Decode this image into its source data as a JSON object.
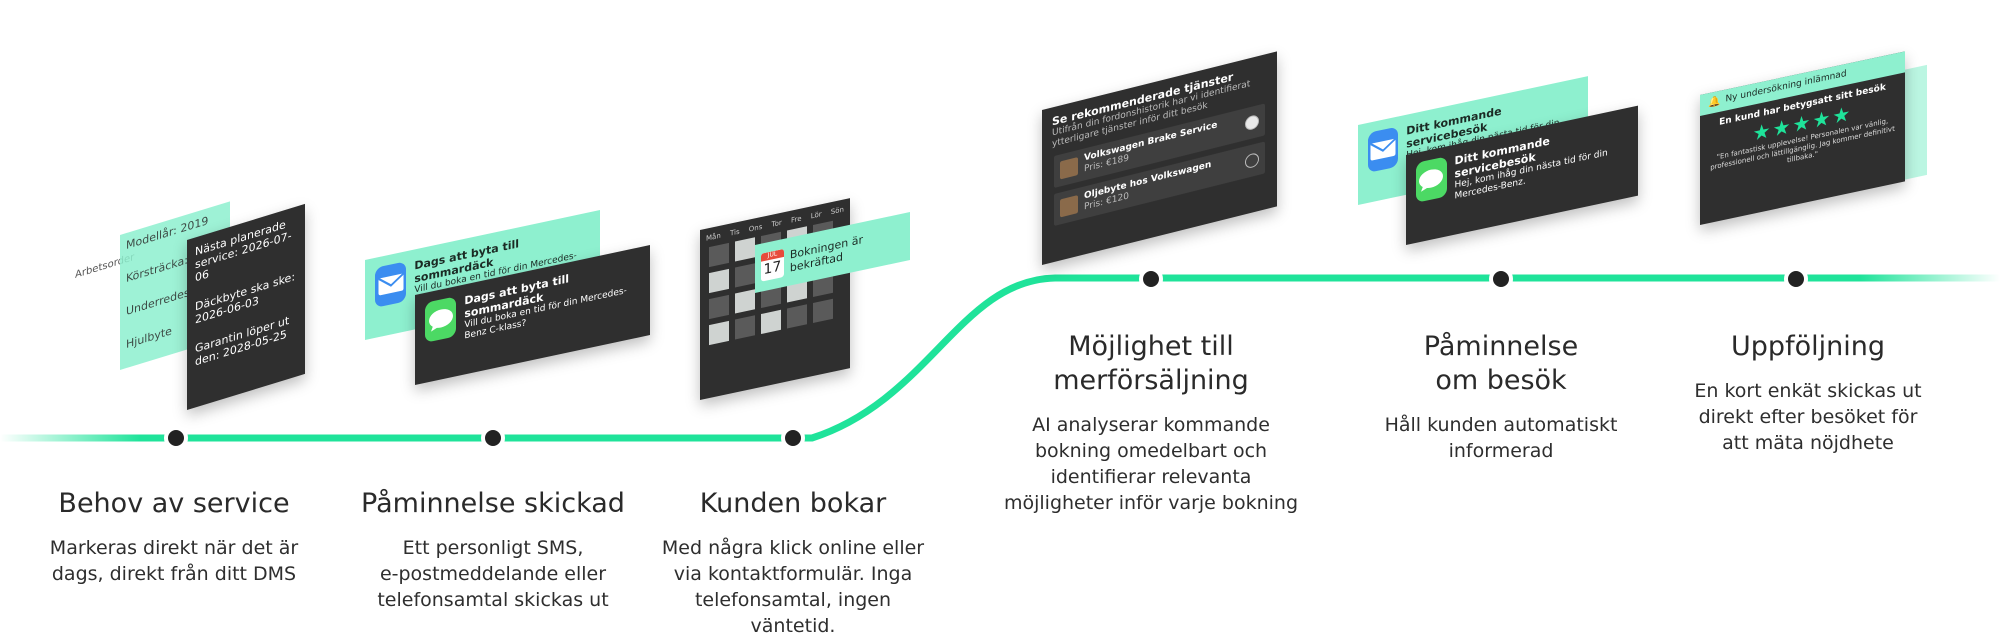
{
  "colors": {
    "line": "#1fe39a",
    "dot": "#222222",
    "card_dark": "#2f2f2f",
    "card_mint": "#8ef0cf"
  },
  "steps": [
    {
      "title": "Behov av service",
      "desc": [
        "Markeras direkt när det är",
        "dags, direkt från ditt DMS"
      ]
    },
    {
      "title": "Påminnelse skickad",
      "desc": [
        "Ett personligt SMS,",
        "e-postmeddelande eller",
        "telefonsamtal skickas ut"
      ]
    },
    {
      "title": "Kunden bokar",
      "desc": [
        "Med några klick online eller",
        "via kontaktformulär. Inga",
        "telefonsamtal, ingen",
        "väntetid."
      ]
    },
    {
      "title": [
        "Möjlighet till",
        "merförsäljning"
      ],
      "desc": [
        "AI analyserar kommande",
        "bokning omedelbart och",
        "identifierar relevanta",
        "möjligheter inför varje bokning"
      ]
    },
    {
      "title": [
        "Påminnelse",
        "om besök"
      ],
      "desc": [
        "Håll kunden automatiskt",
        "informerad"
      ]
    },
    {
      "title": "Uppföljning",
      "desc": [
        "En kort enkät skickas ut",
        "direkt efter besöket för",
        "att mäta nöjdhete"
      ]
    }
  ],
  "card1": {
    "side_label": "Arbetsorder",
    "mint_rows": [
      "Modellår: 2019",
      "Körsträcka: 4",
      "Underredesb",
      "Hjulbyte"
    ],
    "dark_rows": [
      "Nästa planerade service: 2026-07-06",
      "Däckbyte ska ske: 2026-06-03",
      "Garantin löper ut den: 2028-05-25"
    ]
  },
  "card2": {
    "mail_title": "Dags att byta till sommardäck",
    "mail_body": "Vill du boka en tid för din Mercedes-Benz C-klass?",
    "sms_title": "Dags att byta till sommardäck",
    "sms_body": "Vill du boka en tid för din Mercedes-Benz C-klass?"
  },
  "card3": {
    "weekdays": [
      "Mån",
      "Tis",
      "Ons",
      "Tor",
      "Fre",
      "Lör",
      "Sön"
    ],
    "cal_day": "17",
    "cal_month": "JUL",
    "confirm": "Bokningen är bekräftad"
  },
  "card4": {
    "title": "Se rekommenderade tjänster",
    "subtitle": "Utifrån din fordonshistorik har vi identifierat ytterligare tjänster inför ditt besök",
    "services": [
      {
        "name": "Volkswagen Brake Service",
        "price": "Pris: €189",
        "checked": false
      },
      {
        "name": "Oljebyte hos Volkswagen",
        "price": "Pris: €120",
        "checked": false
      }
    ]
  },
  "card5": {
    "mail_title": "Ditt kommande servicebesök",
    "mail_body": "Hej, kom ihåg din nästa tid för din Mercedes-Benz.",
    "sms_title": "Ditt kommande servicebesök",
    "sms_body": "Hej, kom ihåg din nästa tid för din Mercedes-Benz."
  },
  "card6": {
    "header": "Ny undersökning inlämnad",
    "rating_title": "En kund har betygsatt sitt besök",
    "stars": "★★★★★",
    "quote": "\"En fantastisk upplevelse! Personalen var vänlig, professionell och lättillgänglig. Jag kommer definitivt tillbaka.\""
  }
}
